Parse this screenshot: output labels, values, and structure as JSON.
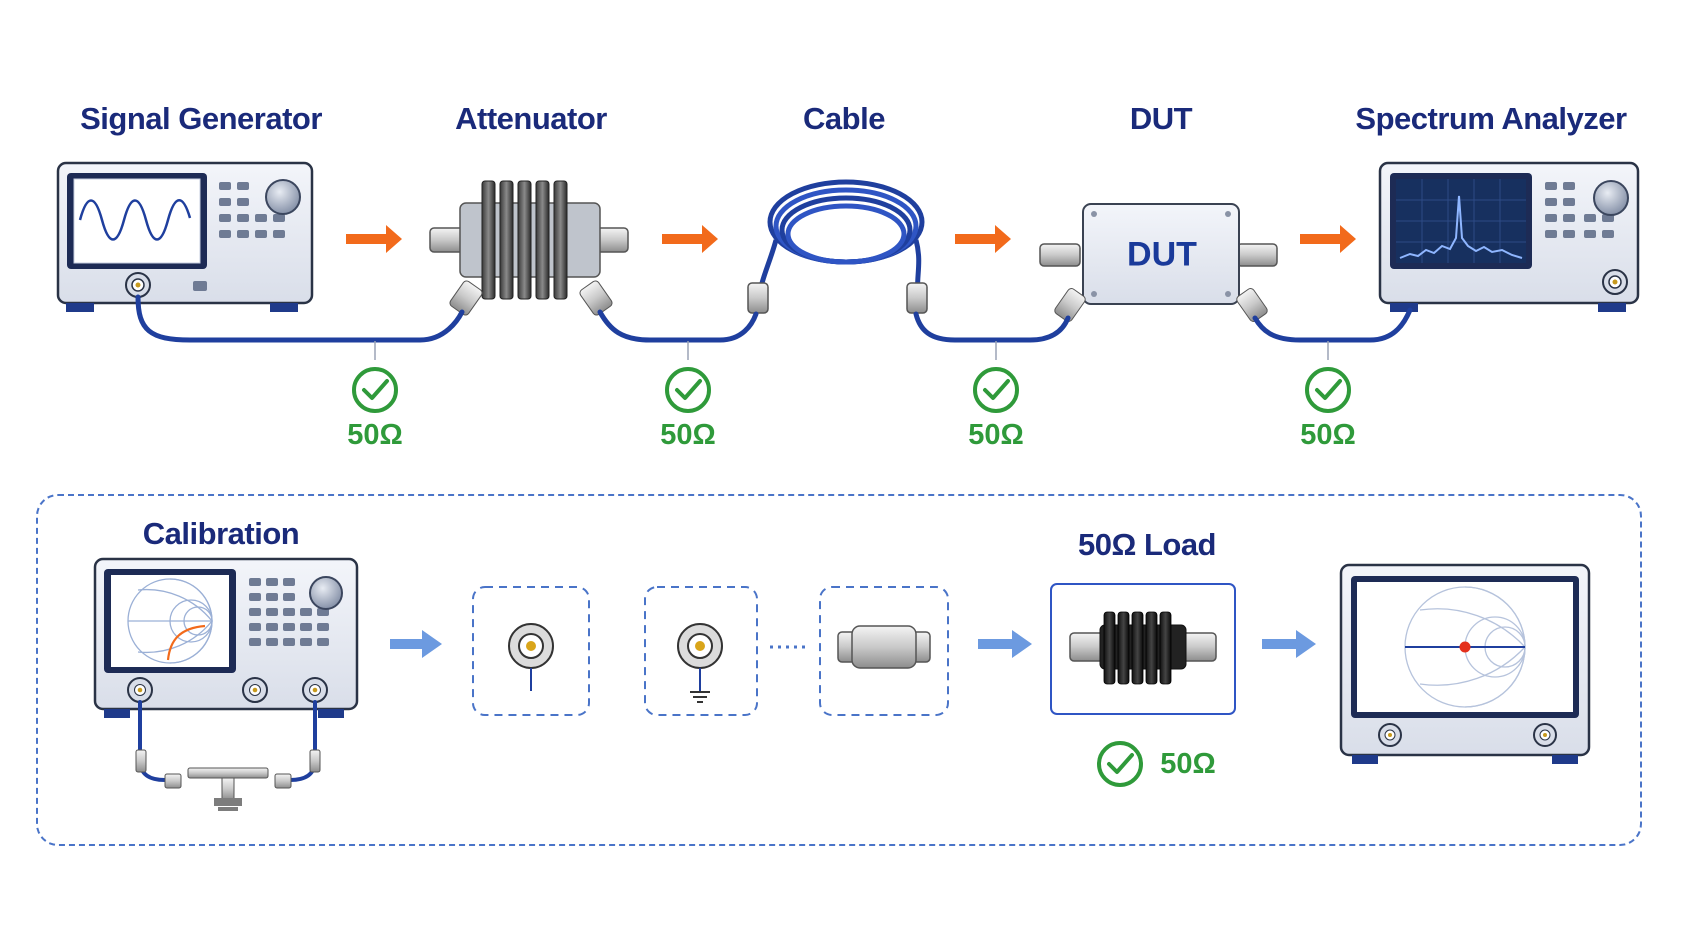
{
  "chain": {
    "signal_generator": "Signal Generator",
    "attenuator": "Attenuator",
    "cable": "Cable",
    "dut": "DUT",
    "spectrum_analyzer": "Spectrum Analyzer",
    "dut_box_label": "DUT",
    "impedance_checks": [
      "50Ω",
      "50Ω",
      "50Ω",
      "50Ω"
    ]
  },
  "calibration": {
    "title": "Calibration",
    "load_title": "50Ω Load",
    "load_check": "50Ω"
  },
  "colors": {
    "title_navy": "#1a2a7a",
    "check_green": "#2f9a3a",
    "arrow_orange": "#f26a1b",
    "arrow_blue": "#6c9ae0",
    "cable_blue": "#1f3f9e",
    "dashed_border": "#4a74c8"
  },
  "icons": [
    "sine-wave-icon",
    "spectrum-peak-icon",
    "smith-chart-icon",
    "check-circle-icon",
    "open-standard-icon",
    "short-standard-icon",
    "thru-adapter-icon",
    "termination-load-icon"
  ]
}
